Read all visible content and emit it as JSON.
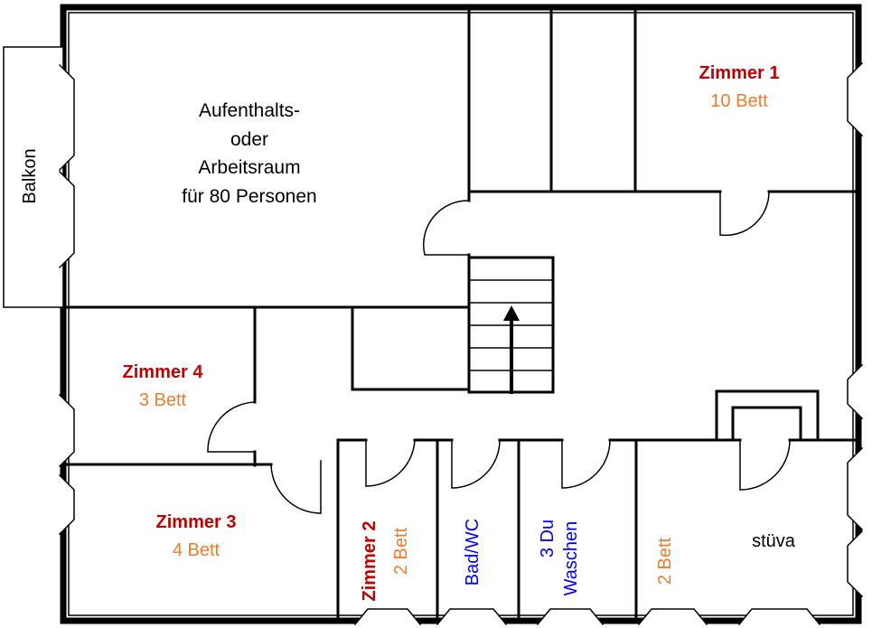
{
  "rooms": {
    "common": {
      "line1": "Aufenthalts-",
      "line2": "oder",
      "line3": "Arbeitsraum",
      "line4": "für 80 Personen"
    },
    "balcony": {
      "label": "Balkon"
    },
    "zimmer1": {
      "name": "Zimmer 1",
      "beds": "10 Bett"
    },
    "zimmer2": {
      "name": "Zimmer 2",
      "beds": "2 Bett"
    },
    "zimmer3": {
      "name": "Zimmer 3",
      "beds": "4 Bett"
    },
    "zimmer4": {
      "name": "Zimmer 4",
      "beds": "3 Bett"
    },
    "bad": {
      "label": "Bad/WC"
    },
    "waschen": {
      "line1": "3 Du",
      "line2": "Waschen"
    },
    "stuva": {
      "label": "stüva",
      "beds": "2 Bett"
    }
  },
  "colors": {
    "room_name": "#c00000",
    "bed_count": "#ed7d31",
    "sanitary": "#0000ff",
    "walls": "#000000"
  }
}
